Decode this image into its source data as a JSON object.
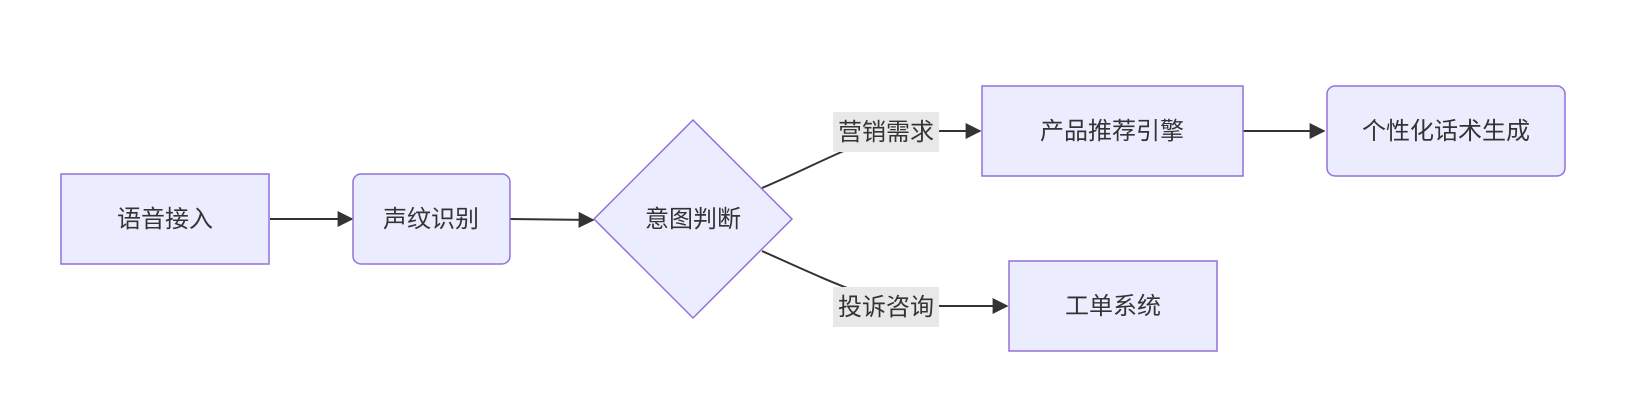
{
  "nodes": {
    "voice_input": "语音接入",
    "voiceprint": "声纹识别",
    "intent": "意图判断",
    "recommend_engine": "产品推荐引擎",
    "script_gen": "个性化话术生成",
    "ticket_system": "工单系统"
  },
  "edge_labels": {
    "marketing": "营销需求",
    "complaint": "投诉咨询"
  },
  "colors": {
    "node_fill": "#ECECFF",
    "node_stroke": "#9370DB",
    "edge": "#333333",
    "label_bg": "#E8E8E8",
    "text": "#333333"
  }
}
